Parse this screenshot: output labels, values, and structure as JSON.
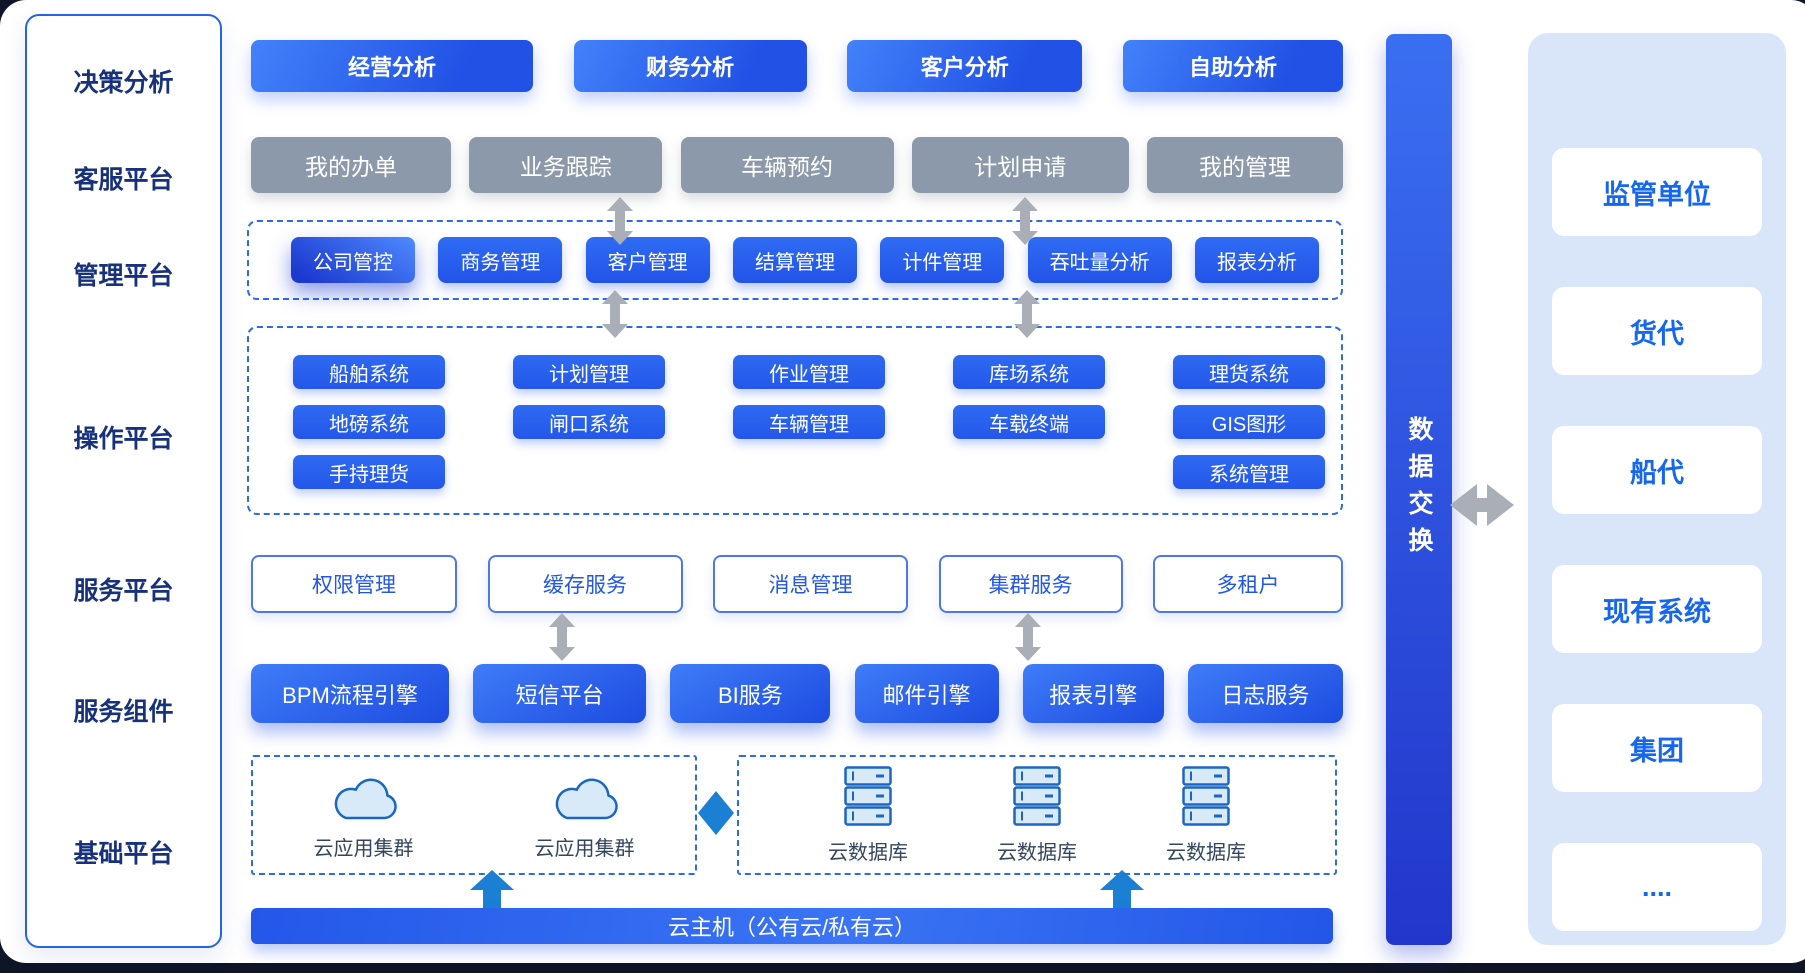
{
  "sidebar": {
    "items": [
      "决策分析",
      "客服平台",
      "管理平台",
      "操作平台",
      "服务平台",
      "服务组件",
      "基础平台"
    ]
  },
  "decision_row": {
    "items": [
      "经营分析",
      "财务分析",
      "客户分析",
      "自助分析"
    ]
  },
  "service_desk_row": {
    "items": [
      "我的办单",
      "业务跟踪",
      "车辆预约",
      "计划申请",
      "我的管理"
    ]
  },
  "management_box": {
    "items": [
      "公司管控",
      "商务管理",
      "客户管理",
      "结算管理",
      "计件管理",
      "吞吐量分析",
      "报表分析"
    ],
    "highlighted_item": "公司管控"
  },
  "operation_box": {
    "items": [
      {
        "label": "船舶系统",
        "row": 1,
        "col": 1
      },
      {
        "label": "计划管理",
        "row": 1,
        "col": 2
      },
      {
        "label": "作业管理",
        "row": 1,
        "col": 3
      },
      {
        "label": "库场系统",
        "row": 1,
        "col": 4
      },
      {
        "label": "理货系统",
        "row": 1,
        "col": 5
      },
      {
        "label": "地磅系统",
        "row": 2,
        "col": 1
      },
      {
        "label": "闸口系统",
        "row": 2,
        "col": 2
      },
      {
        "label": "车辆管理",
        "row": 2,
        "col": 3
      },
      {
        "label": "车载终端",
        "row": 2,
        "col": 4
      },
      {
        "label": "GIS图形",
        "row": 2,
        "col": 5
      },
      {
        "label": "手持理货",
        "row": 3,
        "col": 1
      },
      {
        "label": "系统管理",
        "row": 3,
        "col": 5
      }
    ]
  },
  "service_platform_row": {
    "items": [
      "权限管理",
      "缓存服务",
      "消息管理",
      "集群服务",
      "多租户"
    ]
  },
  "service_components_row": {
    "items": [
      "BPM流程引擎",
      "短信平台",
      "BI服务",
      "邮件引擎",
      "报表引擎",
      "日志服务"
    ]
  },
  "foundation": {
    "cloud_cluster_labels": [
      "云应用集群",
      "云应用集群"
    ],
    "database_labels": [
      "云数据库",
      "云数据库",
      "云数据库"
    ],
    "host_label": "云主机（公有云/私有云）"
  },
  "exchange": {
    "label": "数据交换"
  },
  "partners": {
    "items": [
      "监管单位",
      "货代",
      "船代",
      "现有系统",
      "集团",
      "...."
    ]
  },
  "icons": {
    "cloud-icon": "cloud outline shape",
    "database-icon": "stacked server/database shape",
    "up-arrow-icon": "solid blue upward arrow",
    "double-arrow-vertical-icon": "gray two-headed vertical arrow",
    "double-arrow-horizontal-icon": "gray two-headed horizontal arrow",
    "diamond-icon": "solid blue diamond connector"
  },
  "colors": {
    "primary_blue": "#2456e8",
    "primary_blue_light": "#3e7cf8",
    "highlight_deep_blue": "#1b39cf",
    "gray_button": "#8c99aa",
    "sidebar_text": "#17317c",
    "dashed_border": "#2c6be8",
    "panel_bg": "#d9e6fa",
    "partner_text": "#1667f0",
    "service_text": "#2156e8",
    "arrow_gray": "#a9aeb7",
    "arrow_blue": "#1b7fd4",
    "icon_fill": "#d8eaf8",
    "icon_stroke": "#1a66c4",
    "foundation_label_text": "#33455e",
    "dark_backdrop": "#0e1526"
  }
}
